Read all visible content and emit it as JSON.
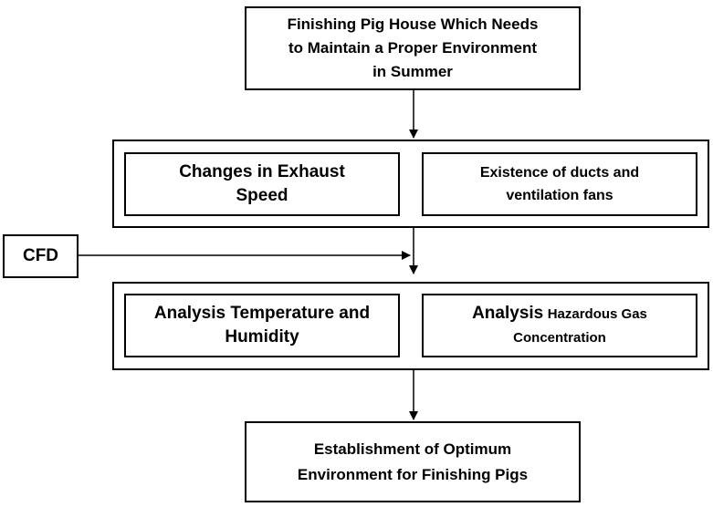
{
  "diagram": {
    "top_box": {
      "lines": [
        "Finishing Pig House Which Needs",
        "to Maintain a Proper Environment",
        "in Summer"
      ]
    },
    "group_1": {
      "left": {
        "lines": [
          "Changes in Exhaust",
          "Speed"
        ]
      },
      "right": {
        "lines": [
          "Existence of ducts and",
          "ventilation fans"
        ]
      }
    },
    "cfd_box": {
      "label": "CFD"
    },
    "group_2": {
      "left": {
        "lines": [
          "Analysis Temperature and",
          "Humidity"
        ]
      },
      "right": {
        "line1_big": "Analysis",
        "line1_small": "Hazardous Gas",
        "line2": "Concentration"
      }
    },
    "bottom_box": {
      "lines": [
        "Establishment of Optimum",
        "Environment for Finishing Pigs"
      ]
    }
  }
}
